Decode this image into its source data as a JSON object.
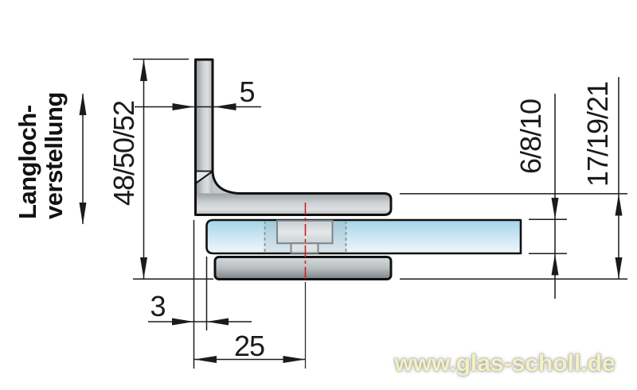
{
  "drawing": {
    "type": "technical-cross-section",
    "subject": "glass clamp corner fitting (90° profile clamping a glass panel)",
    "dims": {
      "wall_thickness": "5",
      "slot_adjustment_range": "48/50/52",
      "glass_thickness": "6/8/10",
      "overall_thickness": "17/19/21",
      "edge_gap": "3",
      "center_distance": "25"
    },
    "annotations": {
      "slot_label_line1": "Langloch-",
      "slot_label_line2": "verstellung"
    },
    "watermark": {
      "text": "www.glas-scholl.de",
      "color": "#f4f2c0"
    },
    "colors": {
      "outline": "#111111",
      "dimension_line": "#1b1b1b",
      "centerline_red": "#cf1f1f",
      "metal_light": "#dcdfe1",
      "metal_dark": "#8e9498",
      "glass_top": "#a5d2e7",
      "glass_bottom": "#eef8fc",
      "screw_outline": "#7d858a",
      "background": "#ffffff"
    }
  }
}
